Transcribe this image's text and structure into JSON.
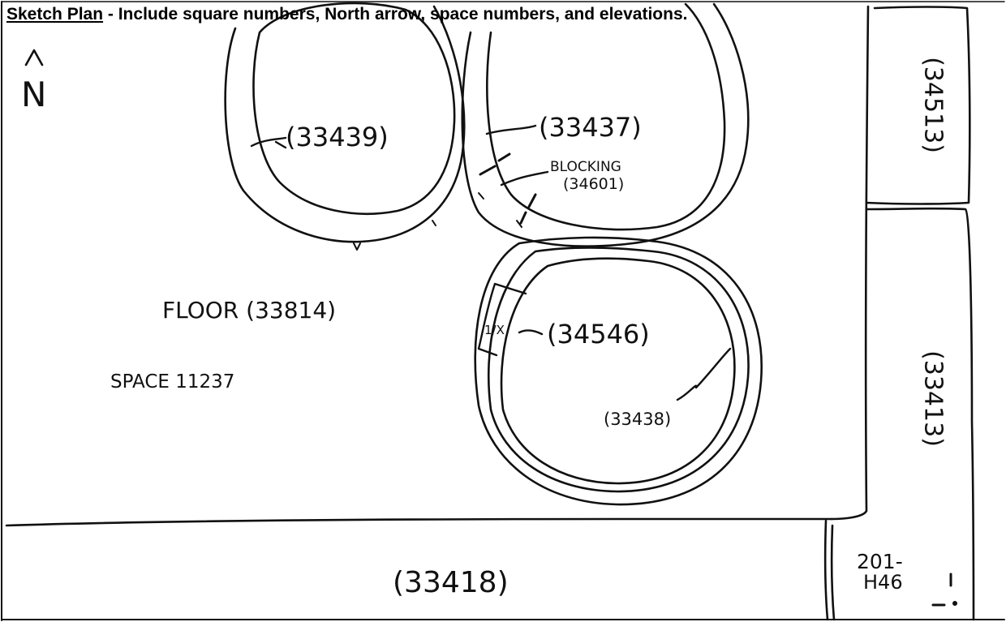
{
  "header": {
    "title_underlined": "Sketch Plan",
    "title_rest": " - Include square numbers, North arrow, space numbers, and elevations."
  },
  "north_arrow": {
    "letter": "N",
    "symbol": "^"
  },
  "labels": {
    "circle_nw": "(33439)",
    "circle_ne": "(33437)",
    "blocking_word": "BLOCKING",
    "blocking_num": "(34601)",
    "circle_s": "(34546)",
    "circle_s_inner": "(33438)",
    "floor": "FLOOR (33814)",
    "space": "SPACE 11237",
    "bottom_strip": "(33418)",
    "right_top": "(34513)",
    "right_mid": "(33413)",
    "elevation_line1": "201-",
    "elevation_line2": "H46",
    "hatch_fraction": "1/X"
  },
  "colors": {
    "ink": "#111111",
    "paper": "#ffffff"
  }
}
